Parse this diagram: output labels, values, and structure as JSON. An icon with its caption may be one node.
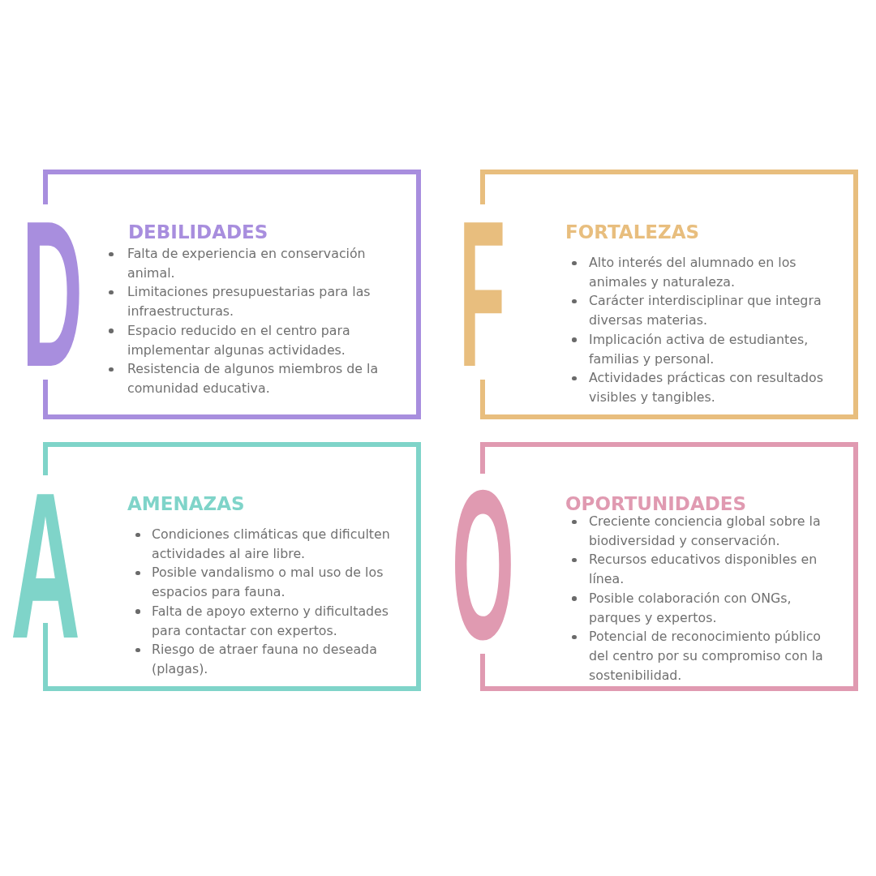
{
  "diagram": {
    "nodes": [
      {
        "text": [
          "D",
          "DEBILIDADES",
          "Falta de experiencia en conservación animal.",
          "Limitaciones presupuestarias para las infraestructuras.",
          "Espacio reducido en el centro para implementar algunas actividades.",
          "Resistencia de algunos miembros de la comunidad educativa."
        ]
      },
      {
        "text": [
          "F",
          "FORTALEZAS",
          "Alto interés del alumnado en los animales y naturaleza.",
          "Carácter interdisciplinar que integra diversas materias.",
          "Implicación activa de estudiantes, familias y personal.",
          "Actividades prácticas con resultados visibles y tangibles."
        ]
      },
      {
        "text": [
          "A",
          "AMENAZAS",
          "Condiciones climáticas que dificulten actividades al aire libre.",
          "Posible vandalismo o mal uso de los espacios para fauna.",
          "Falta de apoyo externo y dificultades para contactar con expertos.",
          "Riesgo de atraer fauna no deseada (plagas)."
        ]
      },
      {
        "text": [
          "O",
          "OPORTUNIDADES",
          "Creciente conciencia global sobre la biodiversidad y conservación.",
          "Recursos educativos disponibles en línea.",
          "Posible colaboración con ONGs, parques y expertos.",
          "Potencial de reconocimiento público del centro por su compromiso con la sostenibilidad."
        ]
      }
    ]
  }
}
